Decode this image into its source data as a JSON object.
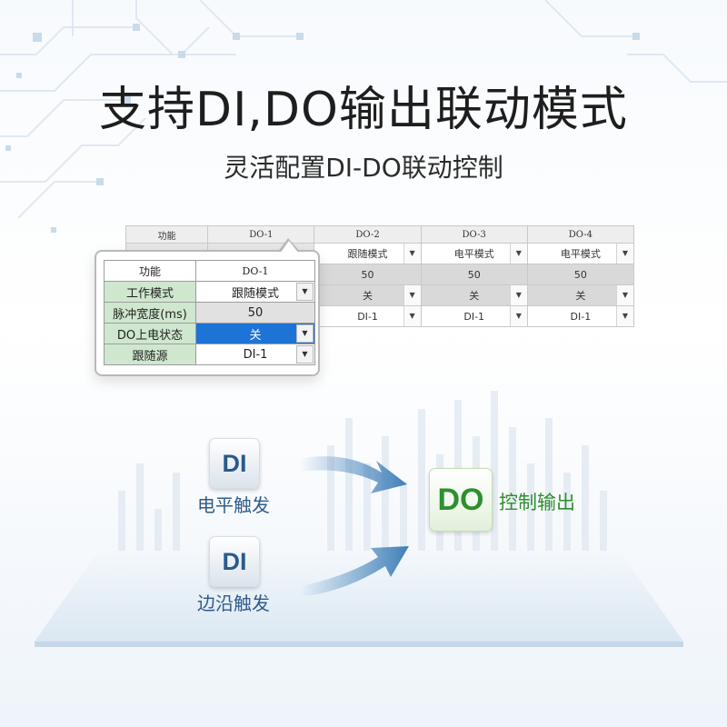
{
  "header": {
    "title": "支持DI,DO输出联动模式",
    "subtitle": "灵活配置DI-DO联动控制"
  },
  "config_table": {
    "headers": [
      "功能",
      "DO-1",
      "DO-2",
      "DO-3",
      "DO-4"
    ],
    "work_mode": [
      "跟随模式",
      "电平模式",
      "电平模式"
    ],
    "pulse_width": [
      "50",
      "50",
      "50"
    ],
    "power_on_state": [
      "关",
      "关",
      "关"
    ],
    "follow_source": [
      "DI-1",
      "DI-1",
      "DI-1"
    ]
  },
  "popup": {
    "header_label": "功能",
    "header_value": "DO-1",
    "rows": [
      {
        "label": "工作模式",
        "value": "跟随模式"
      },
      {
        "label": "脉冲宽度(ms)",
        "value": "50"
      },
      {
        "label": "DO上电状态",
        "value": "关"
      },
      {
        "label": "跟随源",
        "value": "DI-1"
      }
    ]
  },
  "diagram": {
    "input_top": {
      "badge": "DI",
      "label": "电平触发"
    },
    "input_bottom": {
      "badge": "DI",
      "label": "边沿触发"
    },
    "output": {
      "badge": "DO",
      "label": "控制输出"
    }
  },
  "icons": {
    "dropdown": "chevron-down-icon",
    "arrow": "curved-arrow-icon"
  },
  "colors": {
    "accent_blue": "#1e73d6",
    "di_text": "#2a5a8c",
    "do_green": "#2f8f2f",
    "arrow_blue": "#3f7fb8"
  }
}
